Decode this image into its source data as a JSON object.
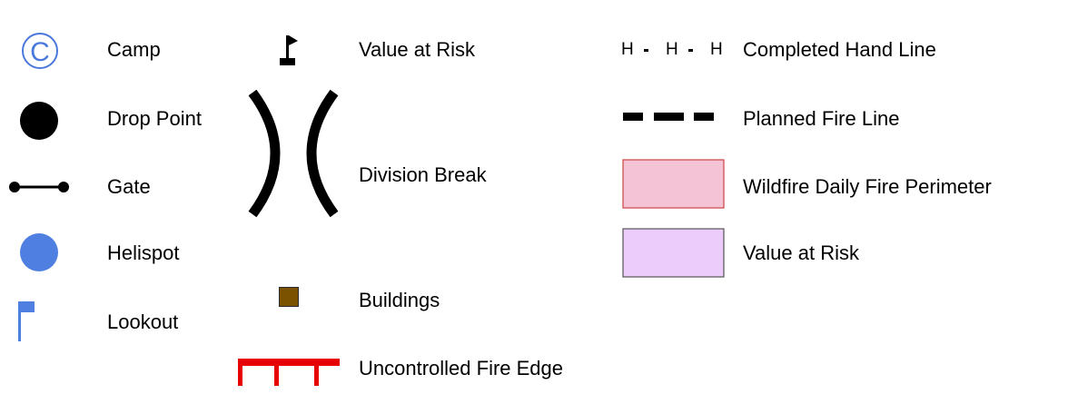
{
  "legend": {
    "items": [
      {
        "label": "Camp",
        "icon": "camp-icon",
        "symbol_text": "C"
      },
      {
        "label": "Drop Point",
        "icon": "drop-point-icon"
      },
      {
        "label": "Gate",
        "icon": "gate-icon"
      },
      {
        "label": "Helispot",
        "icon": "helispot-icon"
      },
      {
        "label": "Lookout",
        "icon": "lookout-icon"
      },
      {
        "label": "Value at Risk",
        "icon": "value-at-risk-flag-icon"
      },
      {
        "label": "Division Break",
        "icon": "division-break-icon"
      },
      {
        "label": "Buildings",
        "icon": "building-icon"
      },
      {
        "label": "Uncontrolled Fire Edge",
        "icon": "uncontrolled-fire-edge-icon"
      },
      {
        "label": "Completed Hand Line",
        "icon": "completed-hand-line-icon",
        "symbol_text": "H"
      },
      {
        "label": "Planned Fire Line",
        "icon": "planned-fire-line-icon"
      },
      {
        "label": "Wildfire Daily Fire Perimeter",
        "icon": "fire-perimeter-swatch"
      },
      {
        "label": "Value at Risk",
        "icon": "value-at-risk-swatch"
      }
    ]
  },
  "colors": {
    "camp": "#4a78dd",
    "helispot": "#4f7fe0",
    "lookout": "#4f7fe0",
    "building_fill": "#7a5200",
    "fire_edge": "#e60000",
    "perimeter_fill": "#f4c3d6",
    "perimeter_stroke": "#cc4444",
    "value_risk_fill": "#ecccfa",
    "value_risk_stroke": "#555555",
    "black": "#000000"
  }
}
